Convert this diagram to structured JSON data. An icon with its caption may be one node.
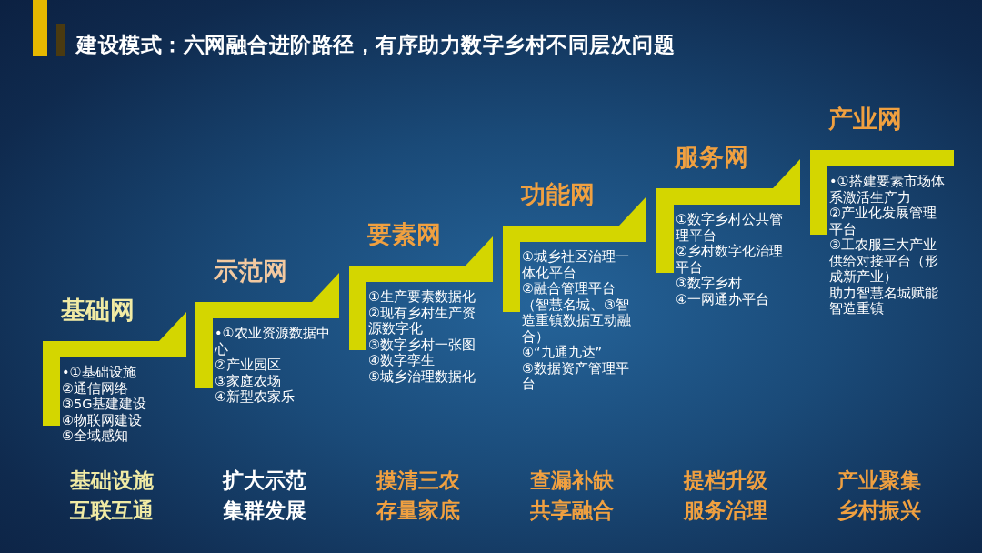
{
  "diagram": {
    "title": "建设模式：六网融合进阶路径，有序助力数字乡村不同层次问题",
    "nodes": [
      {
        "text": [
          "基础网",
          "•①基础设施",
          "②通信网络",
          "③5G基建建设",
          "④物联网建设",
          "⑤全域感知"
        ],
        "beside": [
          "基础设施",
          "互联互通"
        ]
      },
      {
        "text": [
          "示范网",
          "•①农业资源数据中心",
          "②产业园区",
          "③家庭农场",
          "④新型农家乐"
        ],
        "beside": [
          "扩大示范",
          "集群发展"
        ]
      },
      {
        "text": [
          "要素网",
          "①生产要素数据化",
          "②现有乡村生产资源数字化",
          "③数字乡村一张图",
          "④数字孪生",
          "⑤城乡治理数据化"
        ],
        "beside": [
          "摸清三农",
          "存量家底"
        ]
      },
      {
        "text": [
          "功能网",
          "①城乡社区治理一体化平台",
          "②融合管理平台（智慧名城、③智造重镇数据互动融合）",
          "④“九通九达”",
          "⑤数据资产管理平台"
        ],
        "beside": [
          "查漏补缺",
          "共享融合"
        ]
      },
      {
        "text": [
          "服务网",
          "①数字乡村公共管理平台",
          "②乡村数字化治理平台",
          "③数字乡村",
          "④一网通办平台"
        ],
        "beside": [
          "提档升级",
          "服务治理"
        ]
      },
      {
        "text": [
          "产业网",
          "•①搭建要素市场体系激活生产力",
          "②产业化发展管理平台",
          "③工农服三大产业供给对接平台（形成新产业）",
          "助力智慧名城赋能智造重镇"
        ],
        "beside": [
          "产业聚集",
          "乡村振兴"
        ]
      }
    ],
    "edges": []
  }
}
